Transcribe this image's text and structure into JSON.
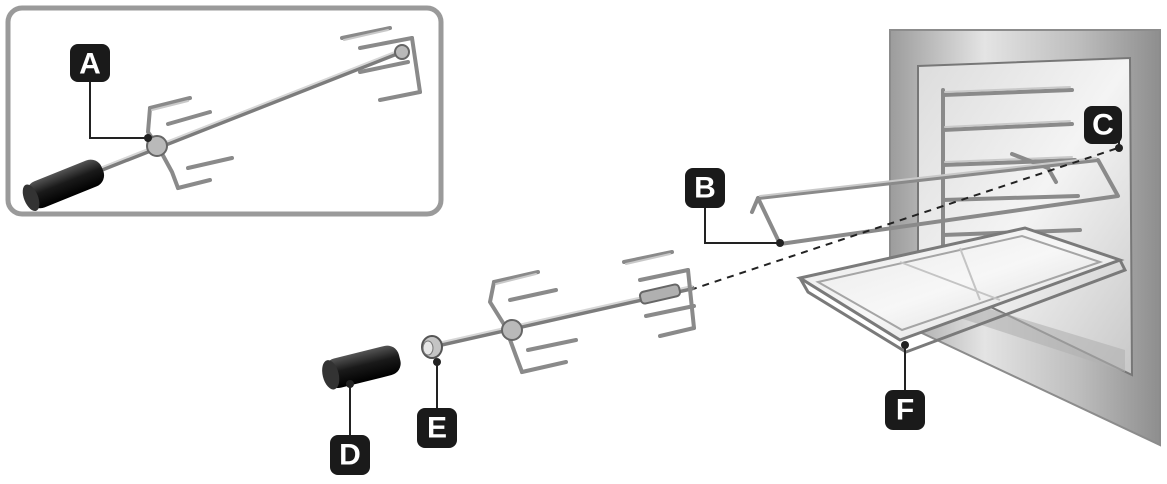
{
  "labels": {
    "a": "A",
    "b": "B",
    "c": "C",
    "d": "D",
    "e": "E",
    "f": "F"
  },
  "colors": {
    "badge": "#1a1a1a",
    "badge_text": "#ffffff",
    "inset_border": "#9a9a9a",
    "oven_frame": "#b5b5b5",
    "handle": "#1c1c1c",
    "metal": "#8a8a8a"
  }
}
